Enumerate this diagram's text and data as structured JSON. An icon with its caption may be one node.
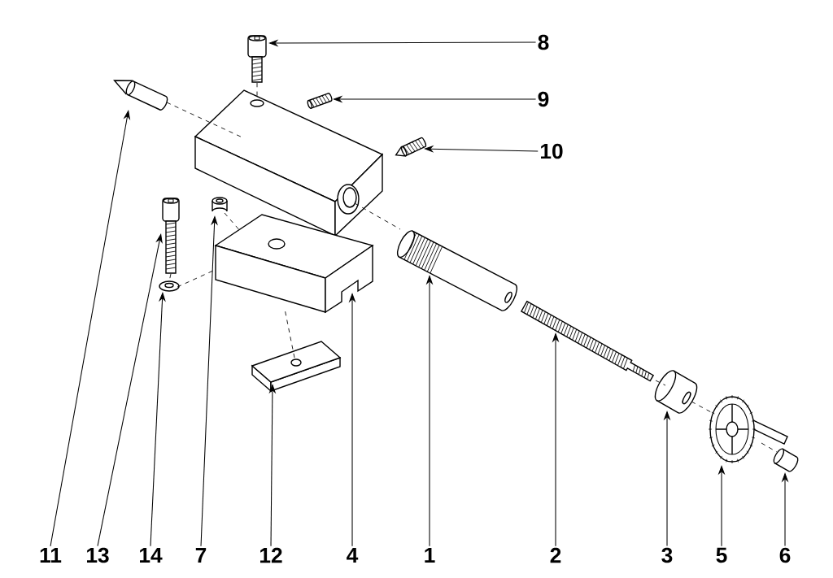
{
  "diagram": {
    "nodes": [
      {
        "text": [
          "8"
        ]
      },
      {
        "text": [
          "9"
        ]
      },
      {
        "text": [
          "10"
        ]
      },
      {
        "text": [
          "11"
        ]
      },
      {
        "text": [
          "13"
        ]
      },
      {
        "text": [
          "14"
        ]
      },
      {
        "text": [
          "7"
        ]
      },
      {
        "text": [
          "12"
        ]
      },
      {
        "text": [
          "4"
        ]
      },
      {
        "text": [
          "1"
        ]
      },
      {
        "text": [
          "2"
        ]
      },
      {
        "text": [
          "3"
        ]
      },
      {
        "text": [
          "5"
        ]
      },
      {
        "text": [
          "6"
        ]
      },
      {
        "text": [],
        "shape": "picture"
      },
      {
        "text": [],
        "shape": "picture"
      },
      {
        "text": [],
        "shape": "picture"
      },
      {
        "text": [],
        "shape": "picture"
      },
      {
        "text": [],
        "shape": "picture"
      },
      {
        "text": [],
        "shape": "picture"
      },
      {
        "text": [],
        "shape": "picture"
      },
      {
        "text": [],
        "shape": "picture"
      },
      {
        "text": [],
        "shape": "picture"
      },
      {
        "text": [],
        "shape": "picture"
      },
      {
        "text": [],
        "shape": "picture"
      },
      {
        "text": [],
        "shape": "picture"
      },
      {
        "text": [],
        "shape": "picture"
      },
      {
        "text": [],
        "shape": "picture"
      }
    ],
    "edges": [
      {
        "from": 0,
        "to": 14,
        "arrow": "to"
      },
      {
        "from": 1,
        "to": 15,
        "arrow": "to"
      },
      {
        "from": 2,
        "to": 16,
        "arrow": "to"
      },
      {
        "from": 3,
        "to": 17,
        "arrow": "to"
      },
      {
        "from": 4,
        "to": 18,
        "arrow": "to"
      },
      {
        "from": 5,
        "to": 19,
        "arrow": "to"
      },
      {
        "from": 6,
        "to": 20,
        "arrow": "to"
      },
      {
        "from": 7,
        "to": 21,
        "arrow": "to"
      },
      {
        "from": 8,
        "to": 22,
        "arrow": "to"
      },
      {
        "from": 9,
        "to": 23,
        "arrow": "to"
      },
      {
        "from": 10,
        "to": 24,
        "arrow": "to"
      },
      {
        "from": 11,
        "to": 25,
        "arrow": "to"
      },
      {
        "from": 12,
        "to": 26,
        "arrow": "to"
      },
      {
        "from": 13,
        "to": 27,
        "arrow": "to"
      },
      {
        "from": 17,
        "to": 22,
        "arrow": "none",
        "style": "dashed"
      },
      {
        "from": 14,
        "to": 22,
        "arrow": "none",
        "style": "dashed"
      },
      {
        "from": 22,
        "to": 23,
        "arrow": "none",
        "style": "dashed"
      },
      {
        "from": 24,
        "to": 25,
        "arrow": "none",
        "style": "dashed"
      },
      {
        "from": 25,
        "to": 26,
        "arrow": "none",
        "style": "dashed"
      },
      {
        "from": 26,
        "to": 27,
        "arrow": "none",
        "style": "dashed"
      },
      {
        "from": 18,
        "to": 19,
        "arrow": "none",
        "style": "dashed"
      },
      {
        "from": 19,
        "to": 22,
        "arrow": "none",
        "style": "dashed"
      },
      {
        "from": 20,
        "to": 22,
        "arrow": "none",
        "style": "dashed"
      },
      {
        "from": 21,
        "to": 22,
        "arrow": "none",
        "style": "dashed"
      }
    ]
  }
}
